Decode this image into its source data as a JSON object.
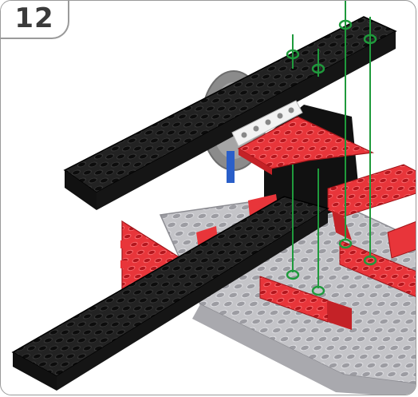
{
  "step": {
    "number": "12"
  },
  "colors": {
    "black_plate": "#1c1c1c",
    "red_piece": "#e8353a",
    "grey_base": "#b9b9bd",
    "white_beam": "#f2f2f2",
    "guide_line": "#1f9a3c",
    "frame_border": "#9a9a9a"
  },
  "icons": [
    "assembly-guide-line",
    "connection-ring-marker"
  ]
}
